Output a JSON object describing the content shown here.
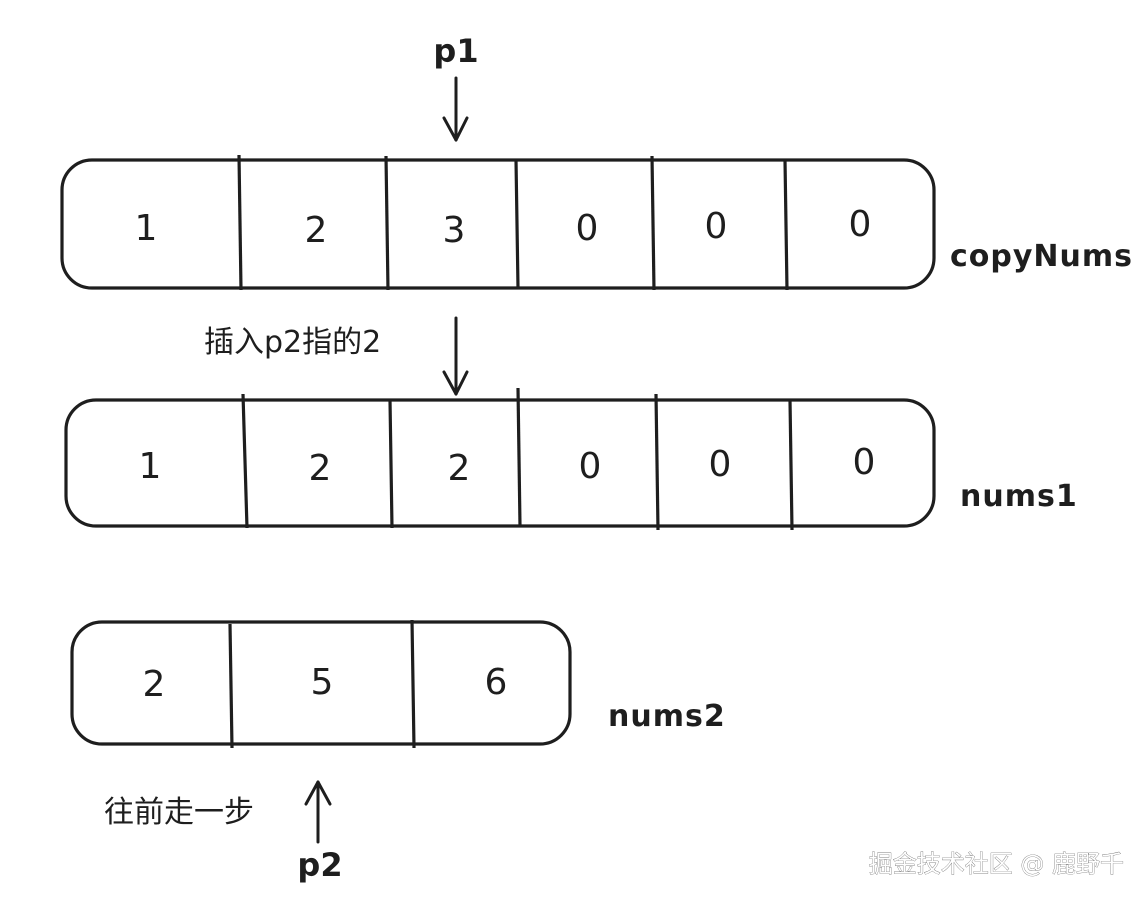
{
  "arrays": [
    {
      "label": "copyNums",
      "values": [
        "1",
        "2",
        "3",
        "0",
        "0",
        "0"
      ]
    },
    {
      "label": "nums1",
      "values": [
        "1",
        "2",
        "2",
        "0",
        "0",
        "0"
      ]
    },
    {
      "label": "nums2",
      "values": [
        "2",
        "5",
        "6"
      ]
    }
  ],
  "pointers": {
    "p1": "p1",
    "p2": "p2"
  },
  "notes": {
    "insert": "插入p2指的2",
    "step_forward": "往前走一步"
  },
  "watermark": "掘金技术社区 @ 鹿野千"
}
